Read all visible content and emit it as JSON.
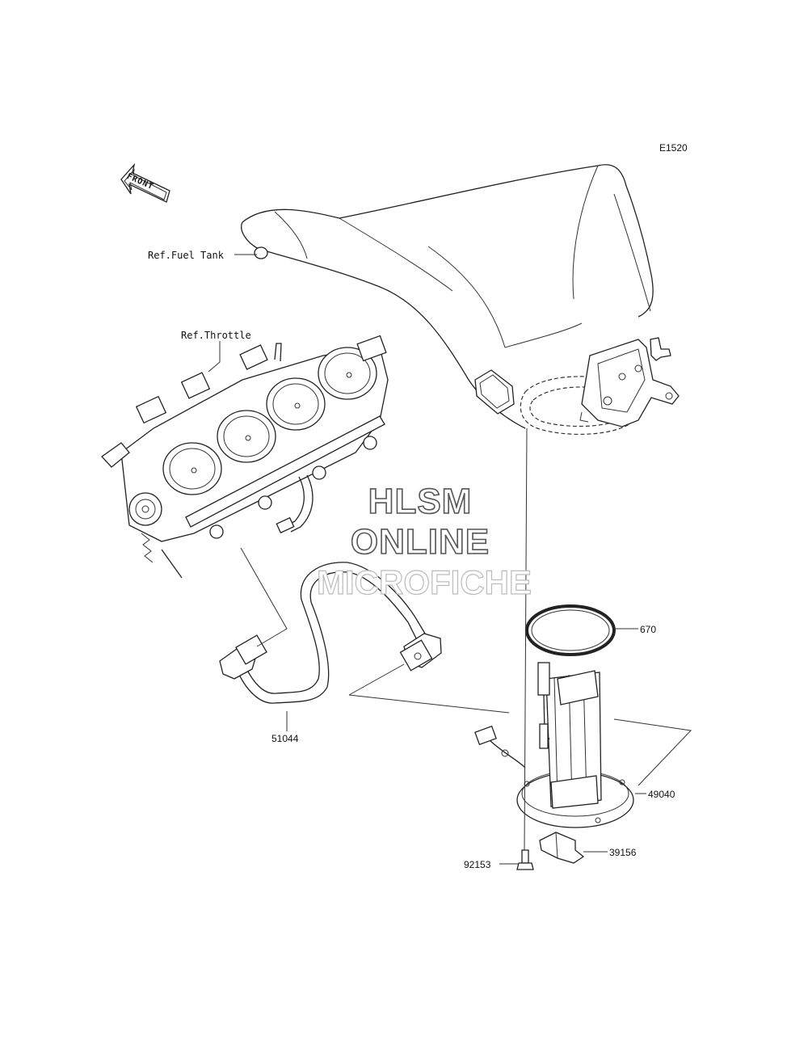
{
  "diagram_code": "E1520",
  "front_arrow_label": "FRONT",
  "refs": {
    "fuel_tank": "Ref.Fuel Tank",
    "throttle": "Ref.Throttle"
  },
  "parts": {
    "gasket": "670",
    "hose": "51044",
    "fuel_pump": "49040",
    "bracket": "39156",
    "bolt": "92153"
  },
  "watermark": {
    "line1": "HLSM",
    "line2": "ONLINE",
    "line3": "MICROFICHE"
  }
}
